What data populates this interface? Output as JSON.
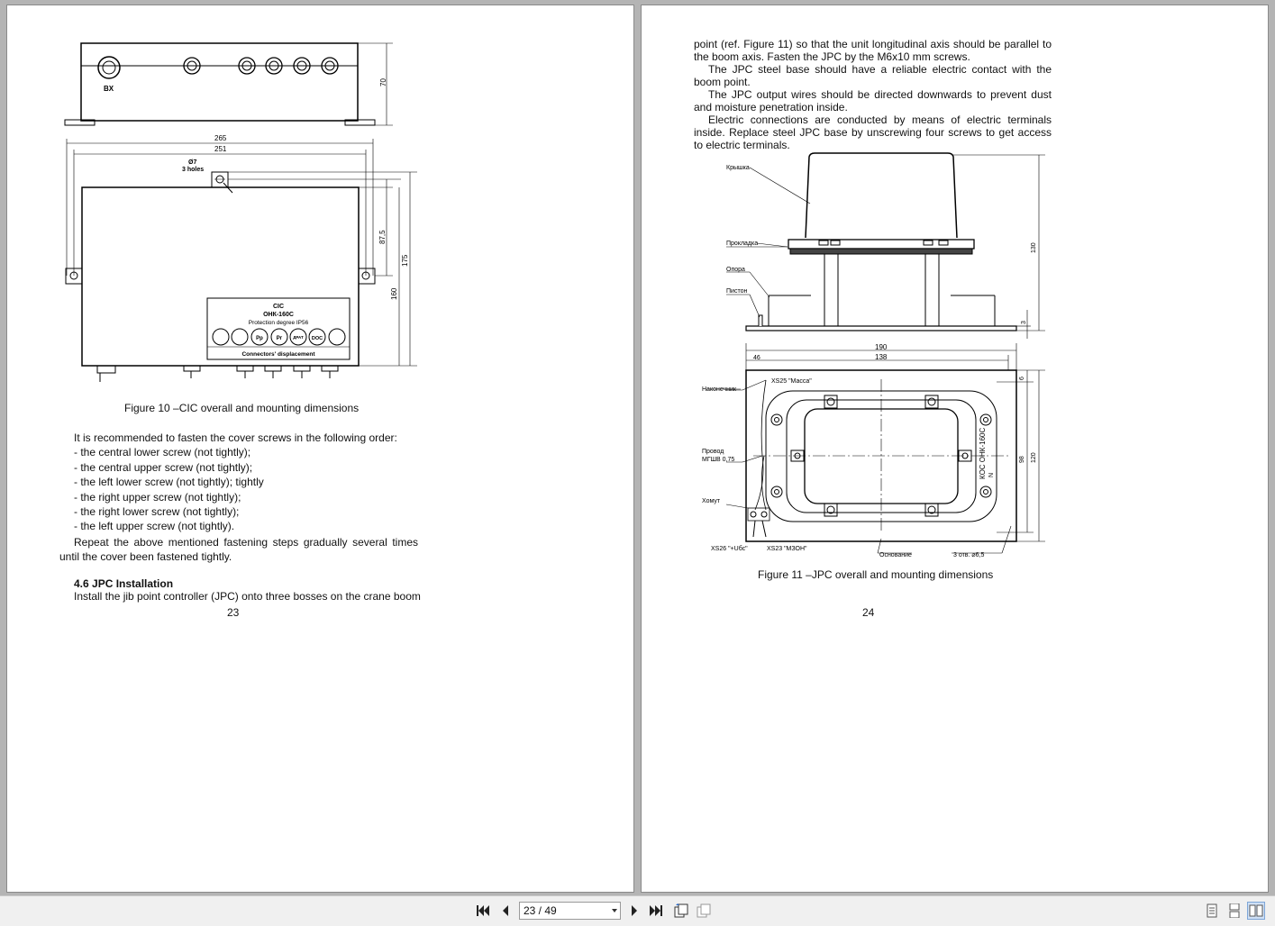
{
  "viewer": {
    "page_indicator": "23 / 49",
    "icons": {
      "first": "first-page-icon",
      "prev": "previous-page-icon",
      "next": "next-page-icon",
      "last": "last-page-icon",
      "rotate": "rotate-icon",
      "select": "select-icon",
      "single": "single-page-icon",
      "continuous": "continuous-icon",
      "facing": "facing-pages-icon"
    }
  },
  "left_page": {
    "fig10": {
      "bx": "BX",
      "d265": "265",
      "d251": "251",
      "hole1": "Ø7",
      "hole2": "3 holes",
      "d70": "70",
      "d87": "87,5",
      "d175": "175",
      "d160": "160",
      "plate_title": "CIC",
      "plate_model": "ОНК-160С",
      "plate_protect": "Protection degree IP56",
      "plate_conn": [
        "",
        "",
        "Рр",
        "Рг",
        "ДРАТ",
        "DOC",
        ""
      ],
      "plate_footer": "Connectors' displacement"
    },
    "fig_caption": "Figure 10 –CIC overall and mounting dimensions",
    "intro": "It is recommended to fasten the cover screws in the following order:",
    "steps": [
      "- the central lower screw (not tightly);",
      "- the central upper screw (not tightly);",
      "- the left lower screw (not tightly); tightly",
      "- the right upper screw (not tightly);",
      "- the right lower screw (not tightly);",
      "- the left upper screw (not tightly)."
    ],
    "repeat": "Repeat the above mentioned fastening steps gradually several times until the cover been fastened tightly.",
    "section": "4.6 JPC Installation",
    "install": "Install the jib point controller (JPC) onto three bosses on the crane boom",
    "page_no": "23"
  },
  "right_page": {
    "para1": "point (ref. Figure 11) so that the unit longitudinal axis should be parallel to the boom axis. Fasten the JPC by the M6x10 mm screws.",
    "para2": "The JPC steel base should have a reliable electric contact with the boom point.",
    "para3": "The JPC output wires should be directed downwards to prevent dust and moisture penetration inside.",
    "para4": "Electric connections are conducted by means of electric terminals inside. Replace steel JPC base by unscrewing four screws to get access to electric terminals.",
    "fig11": {
      "kryshka": "Крышка",
      "prokladka": "Прокладка",
      "opora": "Опора",
      "piston": "Пистон",
      "d130": "130",
      "d3": "3",
      "d190": "190",
      "d138": "138",
      "d46": "46",
      "d6": "6",
      "d98": "98",
      "d120": "120",
      "xs25": "XS25 \"Масса\"",
      "nakonechnik": "Наконечник",
      "provod1": "Провод",
      "provod2": "МГШВ 0,75",
      "khomut": "Хомут",
      "marking1": "КОС ОНК-160С",
      "marking2": "N",
      "xs26": "XS26 \"+Uбс\"",
      "xs23": "XS23 \"МЗОН\"",
      "osnovanie": "Основание",
      "holes": "3 отв. ⌀6,5"
    },
    "fig_caption": "Figure 11 –JPC overall and mounting dimensions",
    "page_no": "24"
  }
}
